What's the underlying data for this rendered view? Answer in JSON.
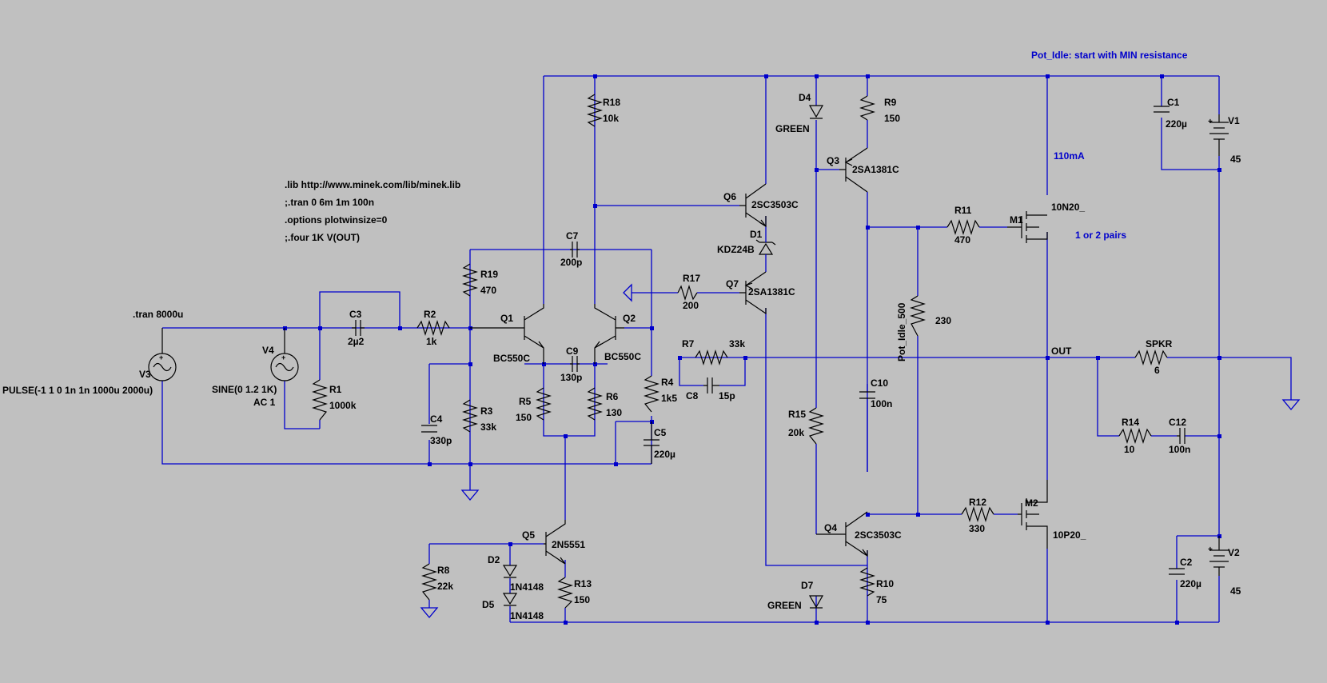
{
  "directives": {
    "lib": ".lib http://www.minek.com/lib/minek.lib",
    "tran": ";.tran 0 6m 1m 100n",
    "options": ".options plotwinsize=0",
    "four": ";.four 1K V(OUT)",
    "tran2": ".tran 8000u"
  },
  "notes": {
    "pot_idle": "Pot_Idle: start with MIN resistance",
    "current": "110mA",
    "pairs": "1 or 2 pairs"
  },
  "net_labels": {
    "out": "OUT"
  },
  "components": {
    "v3": {
      "ref": "V3",
      "value": "PULSE(-1 1 0 1n 1n 1000u 2000u)"
    },
    "v4": {
      "ref": "V4",
      "value": "SINE(0 1.2 1K)",
      "value2": "AC 1"
    },
    "r1": {
      "ref": "R1",
      "value": "1000k"
    },
    "c3": {
      "ref": "C3",
      "value": "2µ2"
    },
    "r2": {
      "ref": "R2",
      "value": "1k"
    },
    "r19": {
      "ref": "R19",
      "value": "470"
    },
    "c4": {
      "ref": "C4",
      "value": "330p"
    },
    "r3": {
      "ref": "R3",
      "value": "33k"
    },
    "q1": {
      "ref": "Q1",
      "value": "BC550C"
    },
    "q2": {
      "ref": "Q2",
      "value": "BC550C"
    },
    "c7": {
      "ref": "C7",
      "value": "200p"
    },
    "c9": {
      "ref": "C9",
      "value": "130p"
    },
    "r5": {
      "ref": "R5",
      "value": "150"
    },
    "r6": {
      "ref": "R6",
      "value": "130"
    },
    "r18": {
      "ref": "R18",
      "value": "10k"
    },
    "r4": {
      "ref": "R4",
      "value": "1k5"
    },
    "c5": {
      "ref": "C5",
      "value": "220µ"
    },
    "q5": {
      "ref": "Q5",
      "value": "2N5551"
    },
    "r8": {
      "ref": "R8",
      "value": "22k"
    },
    "d2": {
      "ref": "D2",
      "value": "1N4148"
    },
    "d5": {
      "ref": "D5",
      "value": "1N4148"
    },
    "r13": {
      "ref": "R13",
      "value": "150"
    },
    "q6": {
      "ref": "Q6",
      "value": "2SC3503C"
    },
    "d1": {
      "ref": "D1",
      "value": "KDZ24B"
    },
    "q7": {
      "ref": "Q7",
      "value": "2SA1381C"
    },
    "r17": {
      "ref": "R17",
      "value": "200"
    },
    "r7": {
      "ref": "R7",
      "value": "33k"
    },
    "c8": {
      "ref": "C8",
      "value": "15p"
    },
    "d4": {
      "ref": "D4",
      "value": "GREEN"
    },
    "r9": {
      "ref": "R9",
      "value": "150"
    },
    "q3": {
      "ref": "Q3",
      "value": "2SA1381C"
    },
    "r11": {
      "ref": "R11",
      "value": "470"
    },
    "m1": {
      "ref": "M1",
      "value": "10N20_"
    },
    "pot": {
      "ref": "Pot_Idle_500",
      "value": "230"
    },
    "c10": {
      "ref": "C10",
      "value": "100n"
    },
    "r15": {
      "ref": "R15",
      "value": "20k"
    },
    "q4": {
      "ref": "Q4",
      "value": "2SC3503C"
    },
    "r12": {
      "ref": "R12",
      "value": "330"
    },
    "m2": {
      "ref": "M2",
      "value": "10P20_"
    },
    "d7": {
      "ref": "D7",
      "value": "GREEN"
    },
    "r10": {
      "ref": "R10",
      "value": "75"
    },
    "c1": {
      "ref": "C1",
      "value": "220µ"
    },
    "v1": {
      "ref": "V1",
      "value": "45"
    },
    "c2": {
      "ref": "C2",
      "value": "220µ"
    },
    "v2": {
      "ref": "V2",
      "value": "45"
    },
    "spkr": {
      "ref": "SPKR",
      "value": "6"
    },
    "r14": {
      "ref": "R14",
      "value": "10"
    },
    "c12": {
      "ref": "C12",
      "value": "100n"
    }
  },
  "colors": {
    "background": "#c0c0c0",
    "wire": "#0000cc",
    "symbol": "#000000",
    "label": "#000000",
    "note": "#0000cc"
  }
}
